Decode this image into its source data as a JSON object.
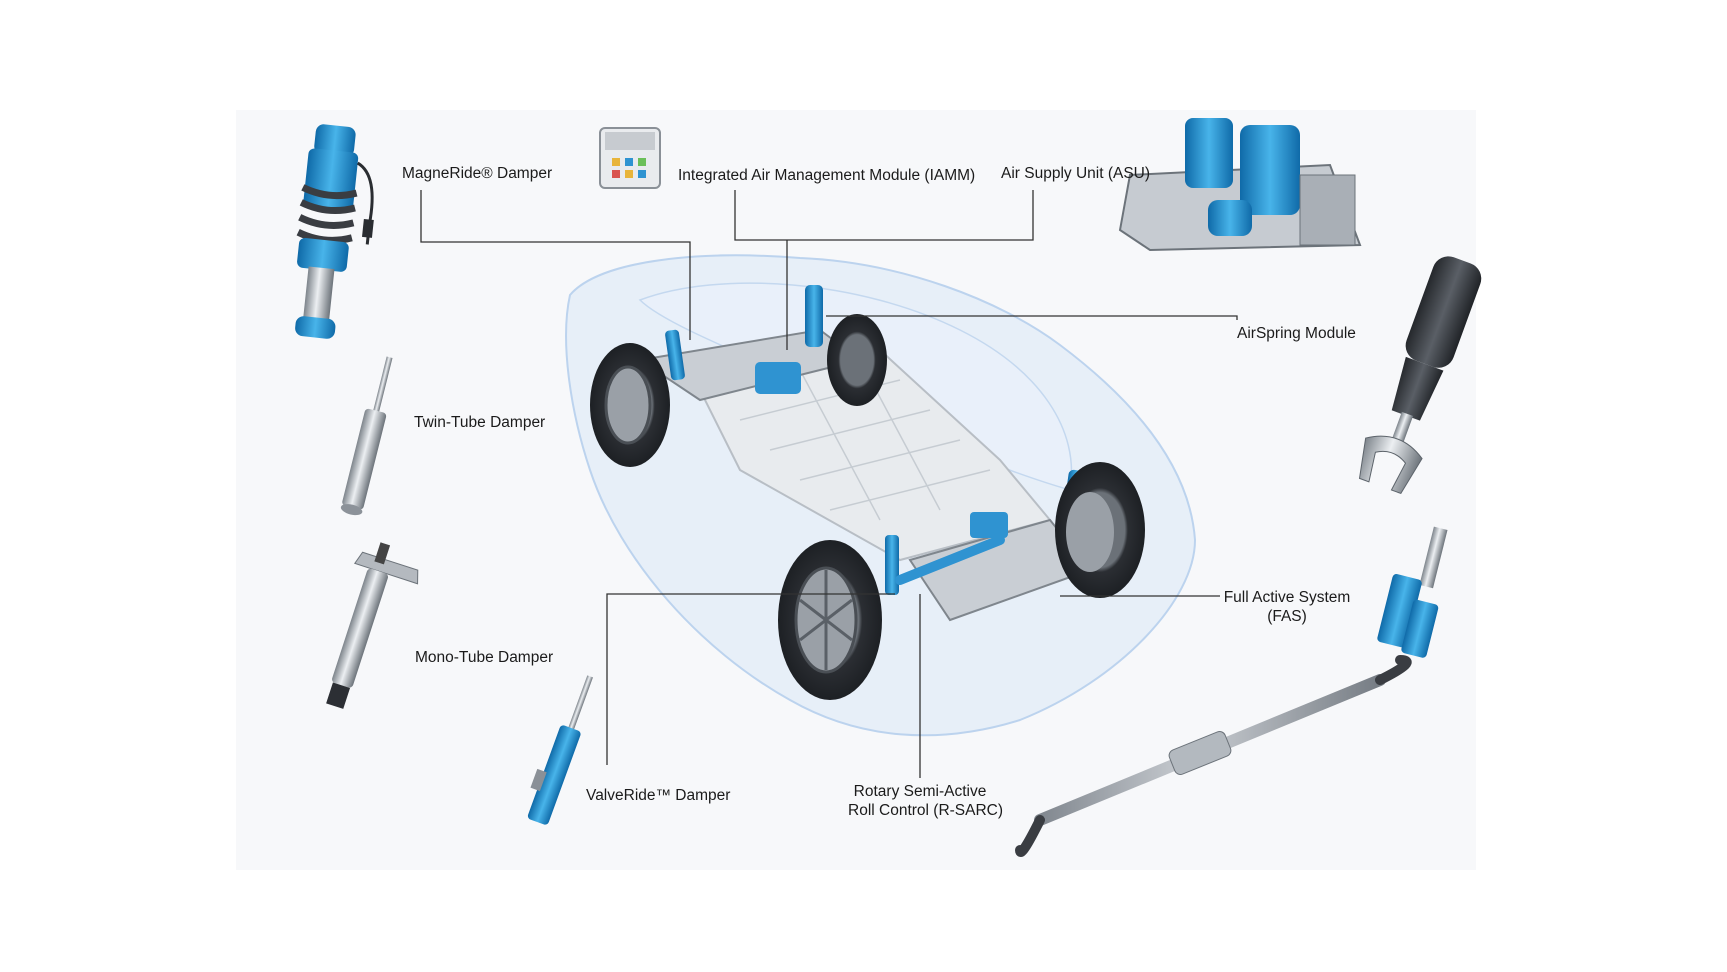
{
  "labels": {
    "magneride": "MagneRide® Damper",
    "iamm": "Integrated Air Management Module (IAMM)",
    "asu": "Air Supply Unit (ASU)",
    "airspring": "AirSpring Module",
    "twin_tube": "Twin-Tube Damper",
    "mono_tube": "Mono-Tube Damper",
    "valveride": "ValveRide™ Damper",
    "r_sarc_line1": "Rotary Semi-Active",
    "r_sarc_line2": "Roll Control (R-SARC)",
    "fas_line1": "Full Active System",
    "fas_line2": "(FAS)"
  },
  "colors": {
    "accent_blue": "#1e88c8",
    "accent_blue_light": "#4fb3e6",
    "metal": "#b9bec4",
    "metal_dark": "#5d646b",
    "tire": "#2a2d31",
    "ghost_car": "#cfe0f3",
    "leader_line": "#333333"
  }
}
